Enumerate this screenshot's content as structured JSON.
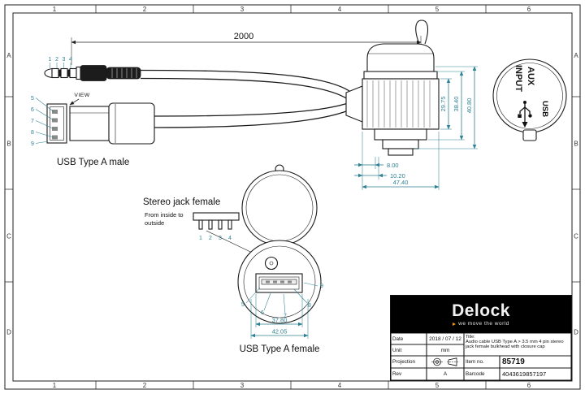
{
  "colors": {
    "line": "#222222",
    "dim": "#2e8192",
    "logo_bg": "#000000",
    "logo_accent": "#f59a00",
    "paper": "#ffffff"
  },
  "sheet": {
    "columns": [
      "1",
      "2",
      "3",
      "4",
      "5",
      "6"
    ],
    "rows": [
      "A",
      "B",
      "C",
      "D"
    ]
  },
  "top_view": {
    "cable_length_dim": "2000",
    "jack_pins": [
      "1",
      "2",
      "3",
      "4"
    ],
    "view_label": "VIEW",
    "usb_male_label": "USB Type A male",
    "usb_male_pins": [
      "5",
      "6",
      "7",
      "8",
      "9"
    ],
    "bulkhead_vertical_dims": [
      "29.75",
      "38.40",
      "40.80"
    ],
    "bulkhead_horizontal_dims": [
      "8.00",
      "10.20",
      "47.40"
    ]
  },
  "cap_view": {
    "aux_line1": "AUX",
    "aux_line2": "INPUT",
    "usb_label": "USB"
  },
  "stereo_jack_view": {
    "label": "Stereo jack female",
    "note_line1": "From inside to",
    "note_line2": "outside",
    "pins": [
      "1",
      "2",
      "3",
      "4"
    ]
  },
  "female_view": {
    "label": "USB Type A female",
    "pins": [
      "5",
      "6",
      "7",
      "8",
      "9"
    ],
    "width_dim": "37.80",
    "outer_width_dim": "42.05"
  },
  "title_block": {
    "logo_text": "Delock",
    "tagline": "we move the world",
    "date_label": "Date",
    "date_value": "2018 / 07 / 12",
    "unit_label": "Unit",
    "unit_value": "mm",
    "projection_label": "Projection",
    "projection_icons": [
      "first-angle-circle",
      "first-angle-cone"
    ],
    "rev_label": "Rev",
    "rev_value": "A",
    "title_label": "Title:",
    "title_value": "Audio cable USB Type A > 3.5 mm 4 pin stereo jack female bulkhead with closure cap",
    "item_label": "Item no.",
    "item_value": "85719",
    "barcode_label": "Barcode",
    "barcode_value": "4043619857197"
  }
}
